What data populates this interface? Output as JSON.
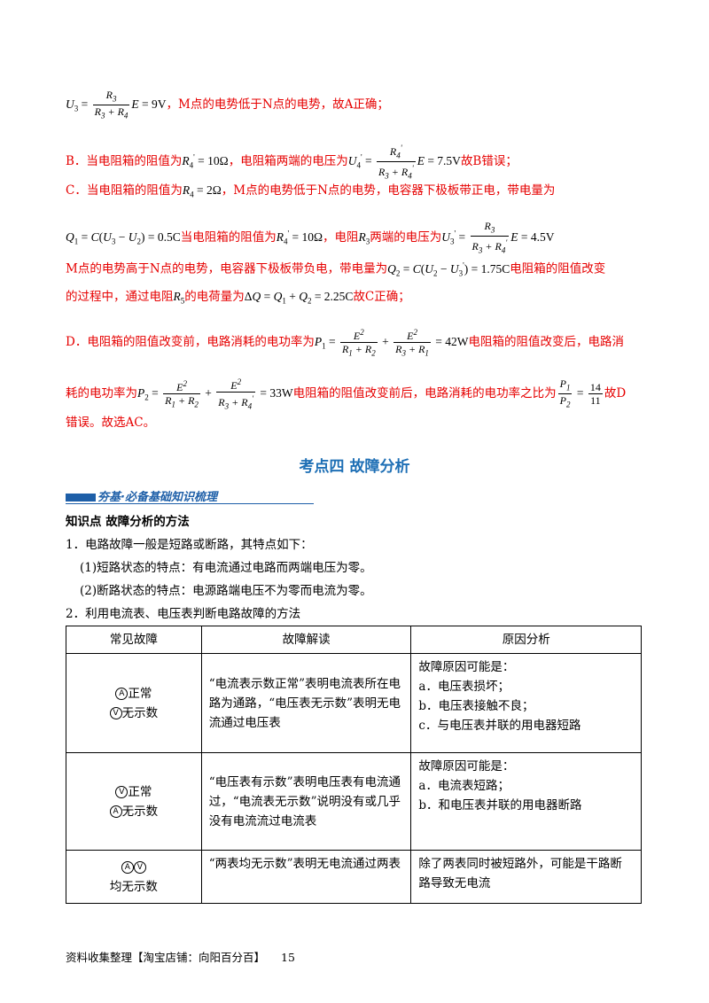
{
  "lines": {
    "l1": {
      "tail": "，M点的电势低于N点的电势，故A正确；"
    },
    "l2": {
      "a": "B．当电阻箱的阻值为",
      "b": "，电阻箱两端的电压为",
      "c": "故B错误；"
    },
    "l3": {
      "a": "C．当电阻箱的阻值为",
      "b": "，M点的电势低于N点的电势，电容器下极板带正电，带电量为"
    },
    "l4": {
      "a": "当电阻箱的阻值为",
      "b": "，电阻",
      "c": "两端的电压为"
    },
    "l5": {
      "a": "M点的电势高于N点的电势，电容器下极板带负电，带电量为",
      "b": "电阻箱的阻值改变"
    },
    "l6": {
      "a": "的过程中，通过电阻",
      "b": "的电荷量为",
      "c": "故C正确；"
    },
    "l7": {
      "a": "D．电阻箱的阻值改变前，电路消耗的电功率为",
      "b": "电阻箱的阻值改变后，电路消"
    },
    "l8": {
      "a": "耗的电功率为",
      "b": "电阻箱的阻值改变前后，电路消耗的电功率之比为",
      "c": "故D"
    },
    "l9": {
      "a": "错误。故选AC。"
    }
  },
  "heading": "考点四  故障分析",
  "banner": "夯基·必备基础知识梳理",
  "knowledge": {
    "title": "知识点   故障分析的方法",
    "p1": "1．电路故障一般是短路或断路，其特点如下：",
    "p1a": "(1)短路状态的特点：有电流通过电路而两端电压为零。",
    "p1b": "(2)断路状态的特点：电源路端电压不为零而电流为零。",
    "p2": "2．利用电流表、电压表判断电路故障的方法"
  },
  "table": {
    "headers": [
      "常见故障",
      "故障解读",
      "原因分析"
    ],
    "rows": [
      {
        "c1a": "正常",
        "c1b": "无示数",
        "c2": "“电流表示数正常”表明电流表所在电路为通路，“电压表无示数”表明无电流通过电压表",
        "c3": [
          "故障原因可能是：",
          "a．电压表损坏；",
          "b．电压表接触不良；",
          "c．与电压表并联的用电器短路"
        ]
      },
      {
        "c1a": "正常",
        "c1b": "无示数",
        "c2": "“电压表有示数”表明电压表有电流通过，“电流表无示数”说明没有或几乎没有电流流过电流表",
        "c3": [
          "故障原因可能是：",
          "a．电流表短路；",
          "b．和电压表并联的用电器断路"
        ]
      },
      {
        "c1b": "均无示数",
        "c2": "“两表均无示数”表明无电流通过两表",
        "c3": [
          "除了两表同时被短路外，可能是干路断路导致无电流"
        ]
      }
    ]
  },
  "icons": {
    "ammeter": "A",
    "voltmeter": "V"
  },
  "footer": {
    "text": "资料收集整理【淘宝店铺：向阳百分百】",
    "page": "15"
  },
  "colors": {
    "answer": "#e60000",
    "heading": "#1e6fb5",
    "banner": "#1e5fa8"
  }
}
